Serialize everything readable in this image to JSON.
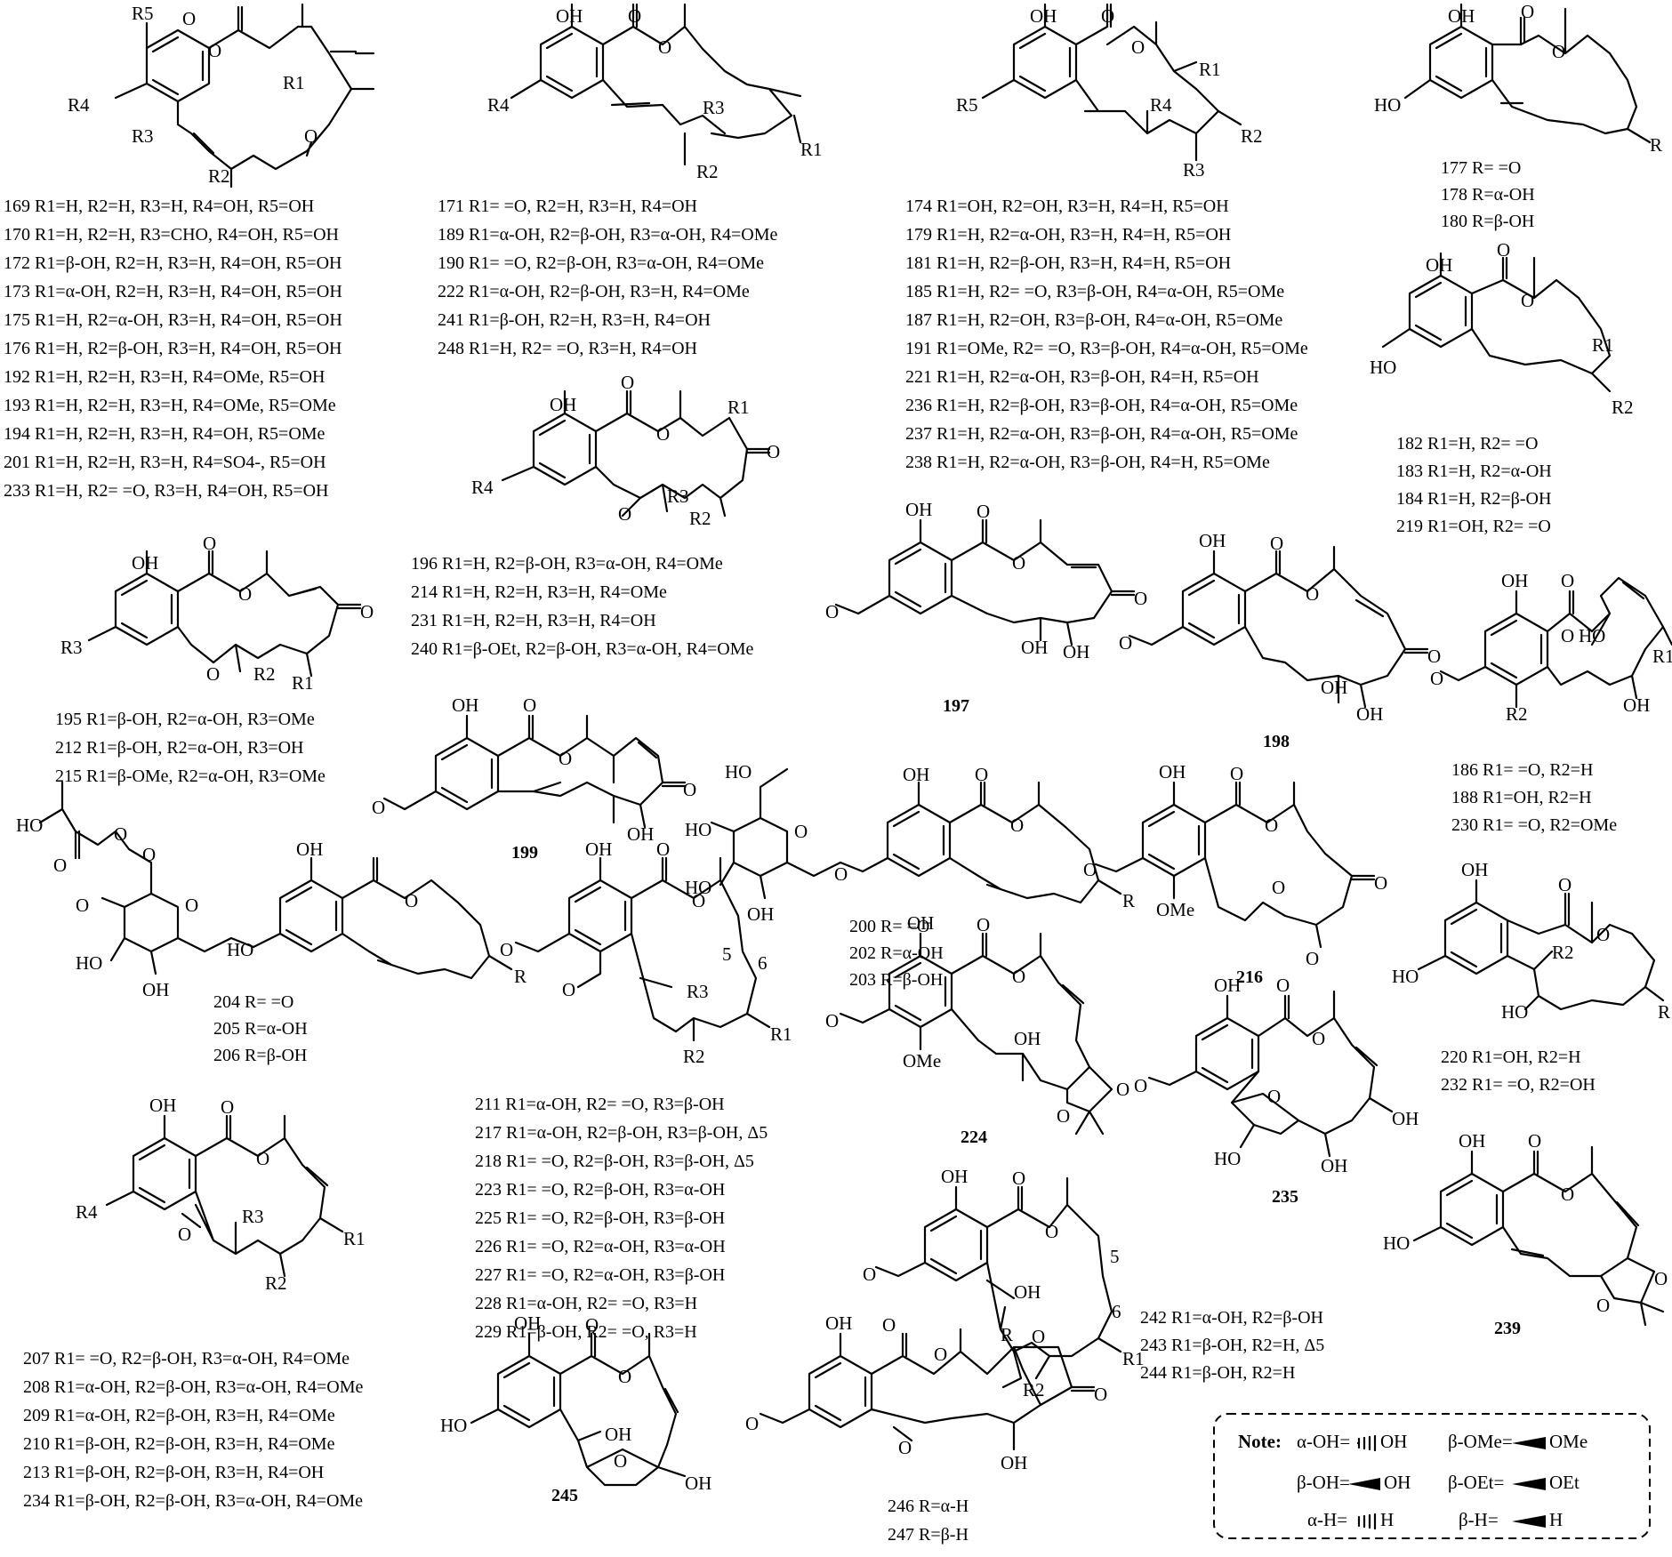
{
  "structures": [
    {
      "id": "s1",
      "atoms": [
        "R5",
        "O",
        "O",
        "R1",
        "R4",
        "R3",
        "O",
        "R2"
      ],
      "compounds": [
        "169 R1=H, R2=H, R3=H, R4=OH, R5=OH",
        "170 R1=H, R2=H, R3=CHO, R4=OH, R5=OH",
        "172 R1=β-OH, R2=H, R3=H, R4=OH, R5=OH",
        "173 R1=α-OH, R2=H, R3=H, R4=OH, R5=OH",
        "175 R1=H, R2=α-OH, R3=H, R4=OH, R5=OH",
        "176 R1=H, R2=β-OH, R3=H, R4=OH, R5=OH",
        "192 R1=H, R2=H, R3=H, R4=OMe, R5=OH",
        "193 R1=H, R2=H, R3=H, R4=OMe, R5=OMe",
        "194 R1=H, R2=H, R3=H, R4=OH, R5=OMe",
        "201 R1=H, R2=H, R3=H, R4=SO4-, R5=OH",
        "233 R1=H, R2= =O, R3=H, R4=OH, R5=OH"
      ]
    },
    {
      "id": "s2",
      "atoms": [
        "OH",
        "O",
        "O",
        "R4",
        "R3",
        "R1",
        "R2"
      ],
      "compounds": [
        "171 R1= =O, R2=H, R3=H, R4=OH",
        "189 R1=α-OH, R2=β-OH, R3=α-OH, R4=OMe",
        "190 R1= =O, R2=β-OH, R3=α-OH, R4=OMe",
        "222 R1=α-OH, R2=β-OH, R3=H, R4=OMe",
        "241 R1=β-OH, R2=H, R3=H, R4=OH",
        "248 R1=H, R2= =O, R3=H, R4=OH"
      ]
    },
    {
      "id": "s3",
      "atoms": [
        "OH",
        "O",
        "O",
        "R1",
        "R5",
        "R4",
        "R2",
        "R3"
      ],
      "compounds": [
        "174 R1=OH, R2=OH, R3=H, R4=H, R5=OH",
        "179 R1=H, R2=α-OH, R3=H, R4=H, R5=OH",
        "181 R1=H, R2=β-OH, R3=H, R4=H, R5=OH",
        "185 R1=H, R2= =O, R3=β-OH, R4=α-OH, R5=OMe",
        "187 R1=H, R2=OH, R3=β-OH, R4=α-OH, R5=OMe",
        "191 R1=OMe, R2= =O, R3=β-OH, R4=α-OH, R5=OMe",
        "221 R1=H, R2=α-OH, R3=β-OH, R4=H, R5=OH",
        "236 R1=H, R2=β-OH, R3=β-OH, R4=α-OH, R5=OMe",
        "237 R1=H, R2=α-OH, R3=β-OH, R4=α-OH, R5=OMe",
        "238 R1=H, R2=α-OH, R3=β-OH, R4=H, R5=OMe"
      ]
    },
    {
      "id": "s4",
      "atoms": [
        "OH",
        "O",
        "O",
        "HO",
        "R"
      ],
      "compounds": [
        "177 R= =O",
        "178 R=α-OH",
        "180 R=β-OH"
      ]
    },
    {
      "id": "s5",
      "atoms": [
        "OH",
        "O",
        "O",
        "R1",
        "HO",
        "R2"
      ],
      "compounds": [
        "182 R1=H, R2= =O",
        "183 R1=H, R2=α-OH",
        "184 R1=H, R2=β-OH",
        "219 R1=OH, R2= =O"
      ]
    },
    {
      "id": "s6",
      "atoms": [
        "OH",
        "O",
        "O",
        "R1",
        "R4",
        "O",
        "O",
        "R3",
        "R2"
      ],
      "compounds": [
        "196 R1=H, R2=β-OH, R3=α-OH, R4=OMe",
        "214 R1=H, R2=H, R3=H, R4=OMe",
        "231 R1=H, R2=H, R3=H, R4=OH",
        "240 R1=β-OEt, R2=β-OH, R3=α-OH, R4=OMe"
      ]
    },
    {
      "id": "s7",
      "atoms": [
        "OH",
        "O",
        "O",
        "R3",
        "O",
        "O",
        "R2",
        "R1"
      ],
      "compounds": [
        "195 R1=β-OH, R2=α-OH, R3=OMe",
        "212 R1=β-OH, R2=α-OH, R3=OH",
        "215 R1=β-OMe, R2=α-OH, R3=OMe"
      ]
    },
    {
      "id": "s8",
      "atoms": [
        "OH",
        "O",
        "O",
        "O",
        "O",
        "OH",
        "OH"
      ],
      "compounds": [
        "197"
      ]
    },
    {
      "id": "s9",
      "atoms": [
        "OH",
        "O",
        "O",
        "O",
        "OH",
        "O",
        "OH"
      ],
      "compounds": [
        "198"
      ]
    },
    {
      "id": "s10",
      "atoms": [
        "OH",
        "O",
        "O",
        "HO",
        "R1",
        "O",
        "OH",
        "R2"
      ],
      "compounds": [
        "186 R1= =O, R2=H",
        "188 R1=OH, R2=H",
        "230 R1= =O, R2=OMe"
      ]
    },
    {
      "id": "s11",
      "atoms": [
        "OH",
        "O",
        "O",
        "O",
        "O",
        "OH"
      ],
      "compounds": [
        "199"
      ]
    },
    {
      "id": "s12",
      "atoms": [
        "HO",
        "OH",
        "O",
        "O",
        "HO",
        "O",
        "HO",
        "O",
        "OH",
        "R"
      ],
      "compounds": [
        "200 R= =O",
        "202 R=α-OH",
        "203 R=β-OH"
      ]
    },
    {
      "id": "s13",
      "atoms": [
        "OH",
        "O",
        "O",
        "O",
        "OMe",
        "O",
        "O",
        "O",
        "OH"
      ],
      "compounds": [
        "216"
      ]
    },
    {
      "id": "s14",
      "atoms": [
        "HO",
        "O",
        "O",
        "O",
        "OH",
        "O",
        "O",
        "HO",
        "HO",
        "O",
        "OH",
        "R"
      ],
      "compounds": [
        "204 R= =O",
        "205 R=α-OH",
        "206 R=β-OH"
      ]
    },
    {
      "id": "s15",
      "atoms": [
        "OH",
        "O",
        "O",
        "5",
        "6",
        "O",
        "O",
        "R3",
        "R1",
        "R2"
      ],
      "compounds": [
        "211 R1=α-OH, R2= =O, R3=β-OH",
        "217 R1=α-OH, R2=β-OH, R3=β-OH, Δ5",
        "218 R1= =O, R2=β-OH, R3=β-OH, Δ5",
        "223 R1= =O, R2=β-OH, R3=α-OH",
        "225 R1= =O, R2=β-OH, R3=β-OH",
        "226 R1= =O, R2=α-OH, R3=α-OH",
        "227 R1= =O, R2=α-OH, R3=β-OH",
        "228 R1=α-OH, R2= =O, R3=H",
        "229 R1=β-OH, R2= =O, R3=H"
      ]
    },
    {
      "id": "s16",
      "atoms": [
        "OH",
        "O",
        "O",
        "O",
        "OMe",
        "OH",
        "O",
        "O"
      ],
      "compounds": [
        "224"
      ]
    },
    {
      "id": "s17",
      "atoms": [
        "OH",
        "O",
        "O",
        "HO",
        "R2",
        "HO",
        "R1"
      ],
      "compounds": [
        "220 R1=OH, R2=H",
        "232 R1= =O, R2=OH"
      ]
    },
    {
      "id": "s18",
      "atoms": [
        "OH",
        "O",
        "O",
        "O",
        "O",
        "OH",
        "HO",
        "OH"
      ],
      "compounds": [
        "235"
      ]
    },
    {
      "id": "s19",
      "atoms": [
        "OH",
        "O",
        "O",
        "R4",
        "O",
        "R3",
        "R1",
        "R2"
      ],
      "compounds": [
        "207 R1= =O, R2=β-OH, R3=α-OH, R4=OMe",
        "208 R1=α-OH, R2=β-OH, R3=α-OH, R4=OMe",
        "209 R1=α-OH, R2=β-OH, R3=H, R4=OMe",
        "210 R1=β-OH, R2=β-OH, R3=H, R4=OMe",
        "213 R1=β-OH, R2=β-OH, R3=H, R4=OH",
        "234 R1=β-OH, R2=β-OH, R3=α-OH, R4=OMe"
      ]
    },
    {
      "id": "s20",
      "atoms": [
        "OH",
        "O",
        "O",
        "O",
        "OH",
        "O",
        "5",
        "6",
        "R1",
        "R2"
      ],
      "compounds": [
        "242 R1=α-OH, R2=β-OH",
        "243 R1=β-OH, R2=H, Δ5",
        "244 R1=β-OH, R2=H"
      ]
    },
    {
      "id": "s21",
      "atoms": [
        "OH",
        "O",
        "O",
        "HO",
        "O",
        "O"
      ],
      "compounds": [
        "239"
      ]
    },
    {
      "id": "s22",
      "atoms": [
        "OH",
        "O",
        "O",
        "HO",
        "OH",
        "O",
        "OH"
      ],
      "compounds": [
        "245"
      ]
    },
    {
      "id": "s23",
      "atoms": [
        "OH",
        "O",
        "O",
        "O",
        "R",
        "O",
        "O",
        "OH"
      ],
      "compounds": [
        "246 R=α-H",
        "247 R=β-H"
      ]
    }
  ],
  "note": {
    "title": "Note:",
    "items": [
      {
        "label": "α-OH=",
        "group": "OH"
      },
      {
        "label": "β-OMe=",
        "group": "OMe"
      },
      {
        "label": "β-OH=",
        "group": "OH"
      },
      {
        "label": "β-OEt=",
        "group": "OEt"
      },
      {
        "label": "α-H=",
        "group": "H"
      },
      {
        "label": "β-H=",
        "group": "H"
      }
    ]
  }
}
